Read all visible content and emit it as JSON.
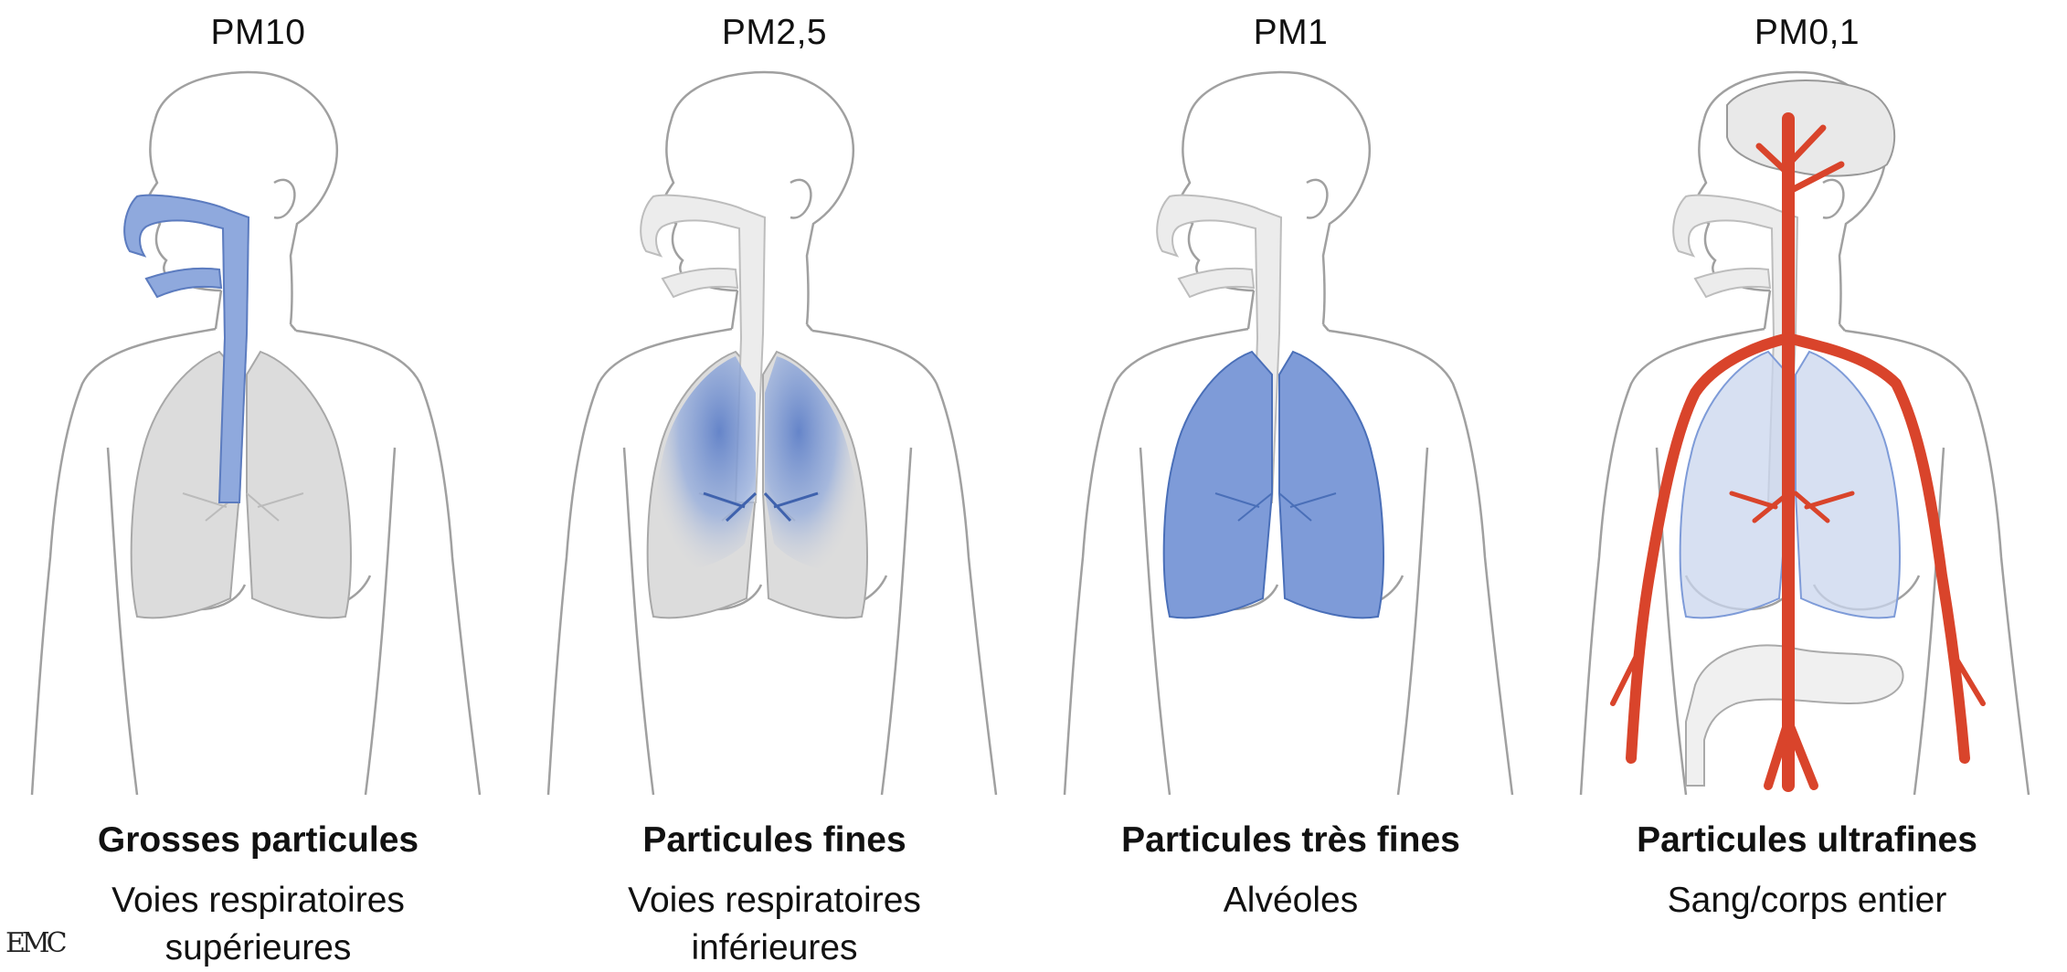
{
  "panels": [
    {
      "title": "PM10",
      "caption": "Grosses particules",
      "sub1": "Voies respiratoires",
      "sub2": "supérieures",
      "highlight": "airway"
    },
    {
      "title": "PM2,5",
      "caption": "Particules fines",
      "sub1": "Voies respiratoires",
      "sub2": "inférieures",
      "highlight": "bronchi"
    },
    {
      "title": "PM1",
      "caption": "Particules très fines",
      "sub1": "Alvéoles",
      "sub2": "",
      "highlight": "lungs"
    },
    {
      "title": "PM0,1",
      "caption": "Particules ultrafines",
      "sub1": "Sang/corps entier",
      "sub2": "",
      "highlight": "blood"
    }
  ],
  "logo": "EMC",
  "colors": {
    "blue": "#7b9bd6",
    "blue_dark": "#4a6fb8",
    "lung_gray": "#d9d9d9",
    "outline": "#9a9a9a",
    "artery": "#d9442b"
  }
}
